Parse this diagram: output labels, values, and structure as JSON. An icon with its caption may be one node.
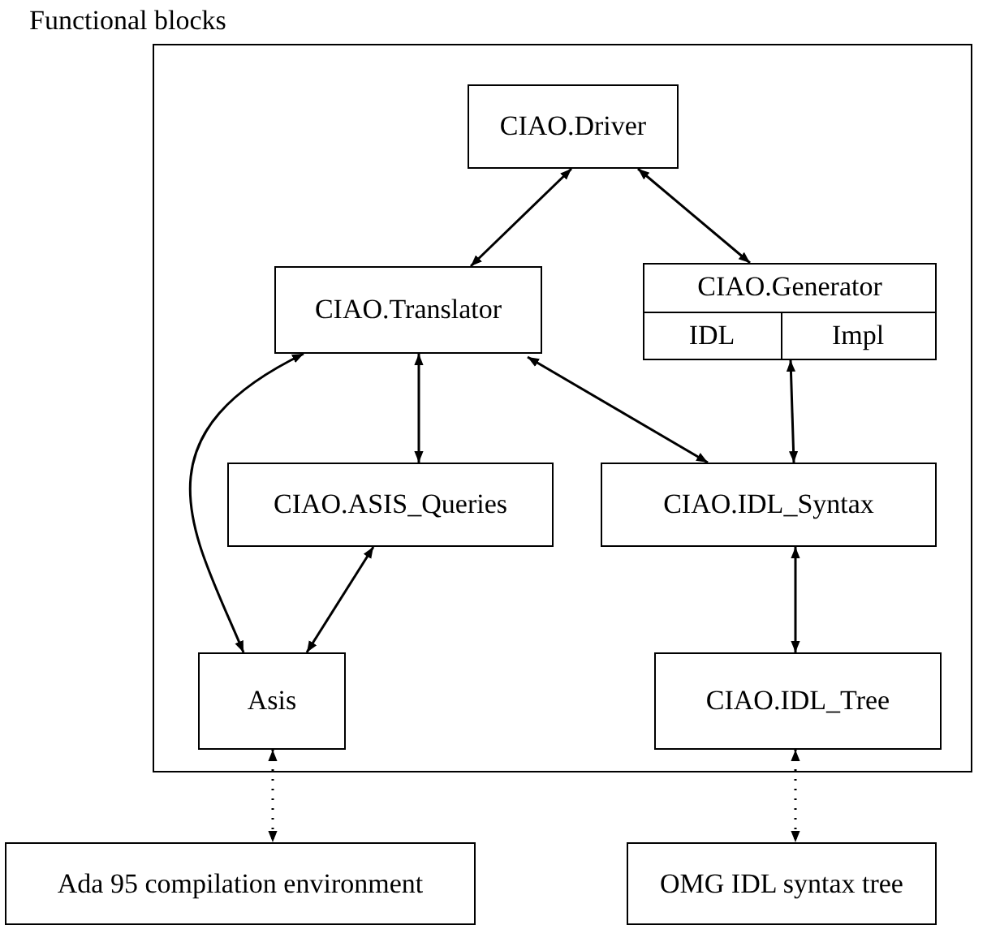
{
  "diagram": {
    "nodes": [
      {
        "text": [
          "Functional blocks"
        ]
      },
      {
        "text": [
          "CIAO.Driver"
        ],
        "in": 0
      },
      {
        "text": [
          "CIAO.Translator"
        ],
        "in": 0
      },
      {
        "text": [
          "CIAO.Generator"
        ],
        "in": 0
      },
      {
        "text": [
          "IDL"
        ],
        "in": 3
      },
      {
        "text": [
          "Impl"
        ],
        "in": 3
      },
      {
        "text": [
          "CIAO.ASIS_Queries"
        ],
        "in": 0
      },
      {
        "text": [
          "CIAO.IDL_Syntax"
        ],
        "in": 0
      },
      {
        "text": [
          "Asis"
        ],
        "in": 0
      },
      {
        "text": [
          "CIAO.IDL_Tree"
        ],
        "in": 0
      },
      {
        "text": [
          "Ada 95 compilation environment"
        ]
      },
      {
        "text": [
          "OMG IDL syntax tree"
        ]
      }
    ],
    "edges": [
      {
        "from": 1,
        "to": 2,
        "arrow": "both"
      },
      {
        "from": 1,
        "to": 3,
        "arrow": "both"
      },
      {
        "from": 2,
        "to": 6,
        "arrow": "both"
      },
      {
        "from": 2,
        "to": 7,
        "arrow": "both"
      },
      {
        "from": 3,
        "to": 7,
        "arrow": "both"
      },
      {
        "from": 2,
        "to": 8,
        "arrow": "both"
      },
      {
        "from": 6,
        "to": 8,
        "arrow": "both"
      },
      {
        "from": 7,
        "to": 9,
        "arrow": "both"
      },
      {
        "from": 8,
        "to": 10,
        "arrow": "both",
        "style": "dashed"
      },
      {
        "from": 9,
        "to": 11,
        "arrow": "both",
        "style": "dashed"
      }
    ]
  }
}
